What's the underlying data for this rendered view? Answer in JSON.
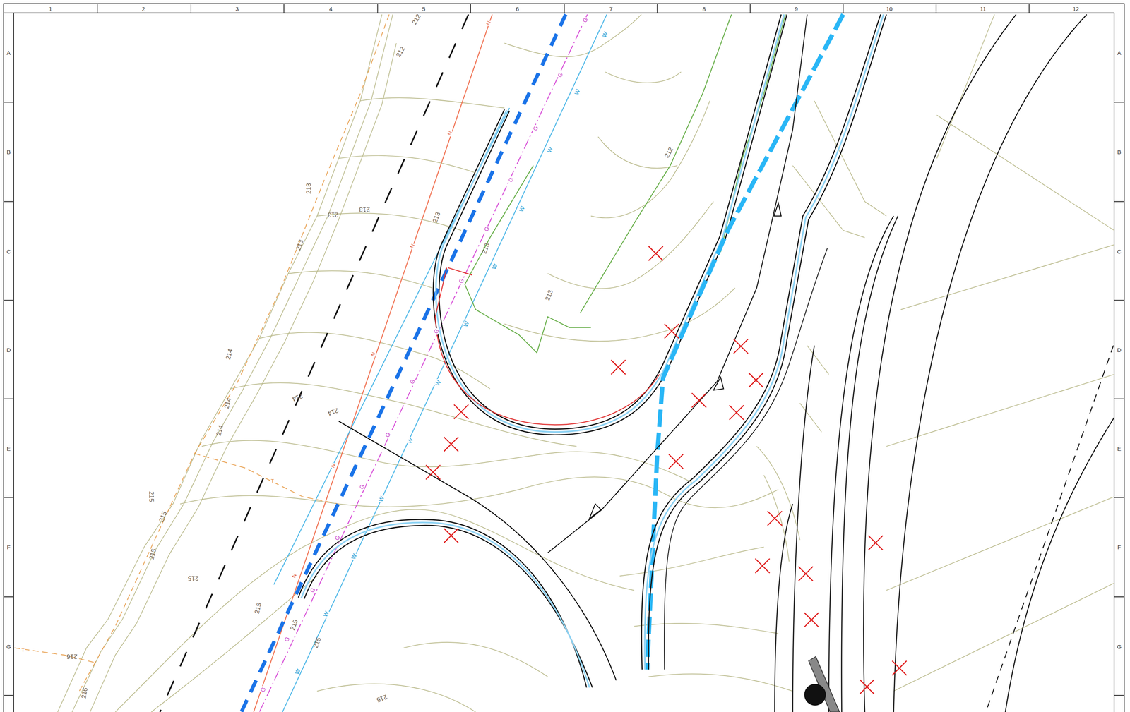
{
  "diagram": {
    "labels": [
      "1",
      "2",
      "3",
      "4",
      "5",
      "6",
      "7",
      "8",
      "9",
      "10",
      "11",
      "12",
      "A",
      "B",
      "C",
      "D",
      "E",
      "F",
      "G",
      "A",
      "B",
      "C",
      "D",
      "E",
      "F",
      "G",
      "212",
      "212",
      "212",
      "213",
      "213",
      "213",
      "213",
      "213",
      "213",
      "213",
      "214",
      "214",
      "214",
      "214",
      "214",
      "215",
      "215",
      "215",
      "215",
      "215",
      "215",
      "215",
      "215",
      "216",
      "216",
      "W",
      "W",
      "W",
      "W",
      "W",
      "W",
      "W",
      "W",
      "W",
      "W",
      "W",
      "W",
      "G",
      "G",
      "G",
      "G",
      "G",
      "G",
      "G",
      "G",
      "G",
      "G",
      "G",
      "G",
      "G",
      "G",
      "N",
      "N",
      "N",
      "N",
      "N",
      "N",
      "T",
      "T"
    ]
  }
}
